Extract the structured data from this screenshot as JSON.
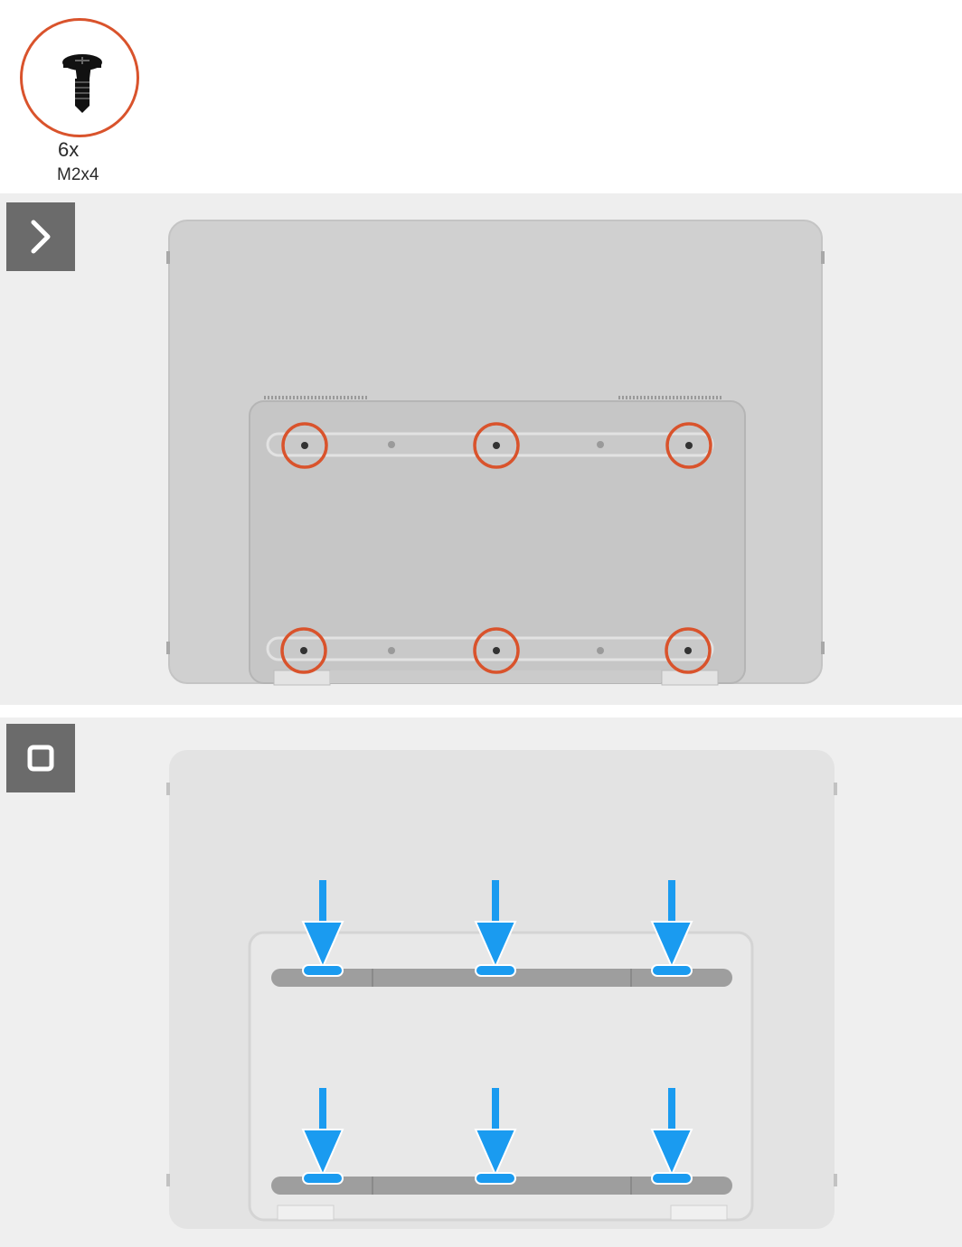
{
  "screw": {
    "count_label": "6x",
    "size_label": "M2x4",
    "icon": "screw-icon",
    "highlight_color": "#d9532c"
  },
  "steps": [
    {
      "icon": "chevron-right-icon",
      "screws_highlighted": 6
    },
    {
      "icon": "stop-square-icon",
      "arrows": 6,
      "arrow_color": "#1a9bf0"
    }
  ]
}
